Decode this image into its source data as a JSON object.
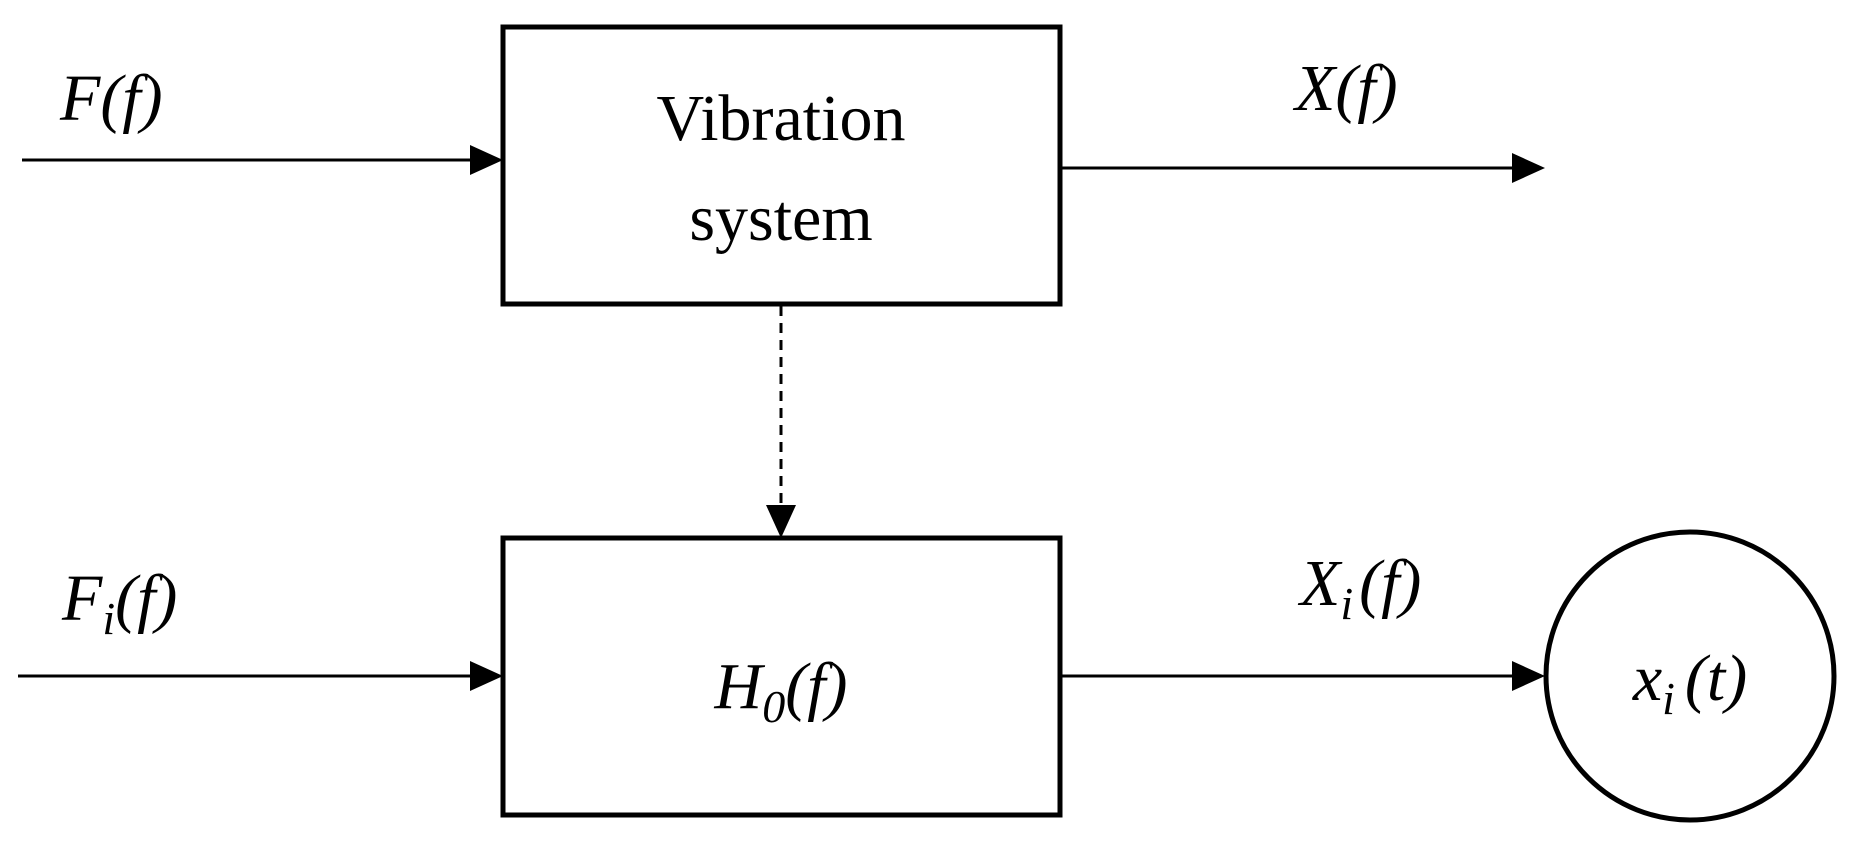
{
  "colors": {
    "stroke": "#000000",
    "background": "#ffffff"
  },
  "blocks": {
    "vibration_system": {
      "line1": "Vibration",
      "line2": "system"
    },
    "h0": {
      "main": "H",
      "sub": "0",
      "arg": "(f)"
    }
  },
  "signals": {
    "F": {
      "main": "F",
      "arg": "(f)"
    },
    "X": {
      "main": "X",
      "arg": "(f)"
    },
    "Fi": {
      "main": "F",
      "sub": "i",
      "arg": "(f)"
    },
    "Xi": {
      "main": "X",
      "sub": "i",
      "arg": "(f)"
    }
  },
  "output": {
    "main": "x",
    "sub": "i",
    "arg": "(t)"
  }
}
